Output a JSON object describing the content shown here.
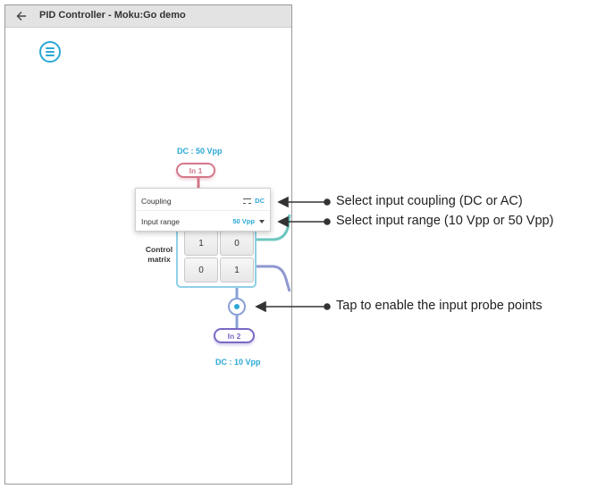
{
  "window": {
    "title": "PID Controller - Moku:Go demo"
  },
  "input1": {
    "label": "In 1",
    "setting": "DC : 50 Vpp"
  },
  "input2": {
    "label": "In 2",
    "setting": "DC : 10 Vpp"
  },
  "popup": {
    "coupling_label": "Coupling",
    "coupling_value": "DC",
    "range_label": "Input range",
    "range_value": "50 Vpp"
  },
  "control_matrix": {
    "label_line1": "Control",
    "label_line2": "matrix",
    "cells": [
      "1",
      "0",
      "0",
      "1"
    ]
  },
  "annotations": {
    "coupling": "Select input coupling (DC or AC)",
    "range": "Select input range (10 Vpp or 50 Vpp)",
    "probe": "Tap to enable the input probe points"
  },
  "colors": {
    "accent": "#2aa8d6",
    "input1": "#d4788b",
    "input2": "#7b68c6",
    "out_path": "#8aa0d6"
  }
}
